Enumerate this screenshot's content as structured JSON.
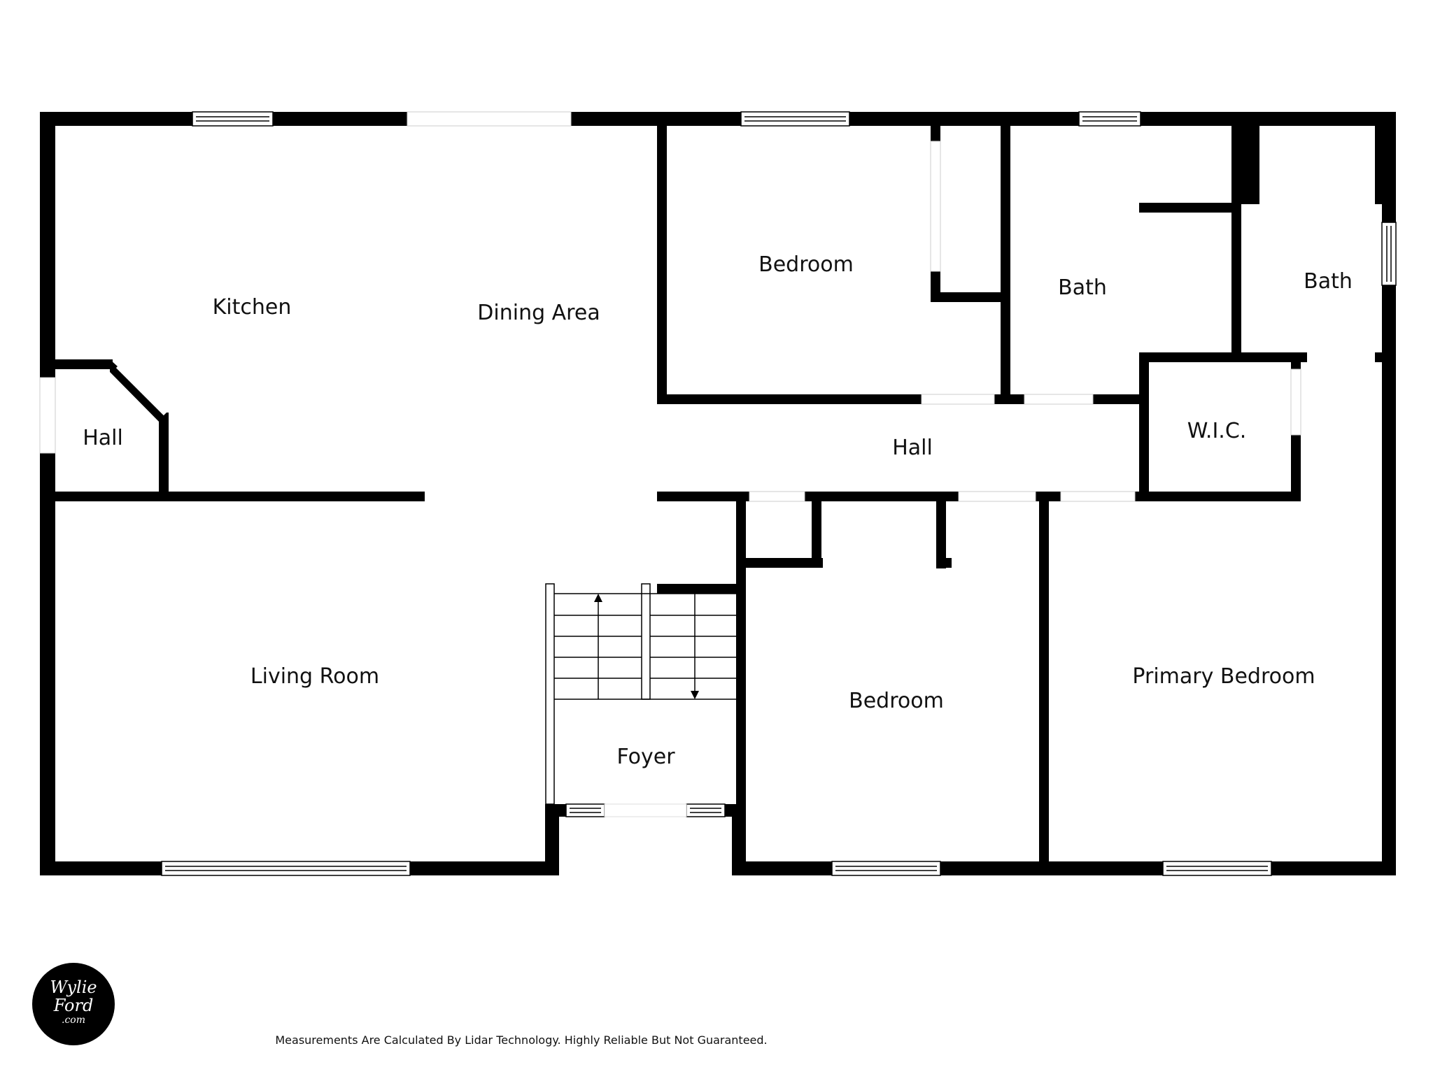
{
  "rooms": {
    "kitchen": "Kitchen",
    "dining_area": "Dining Area",
    "hall_west": "Hall",
    "living_room": "Living Room",
    "foyer": "Foyer",
    "bedroom_north": "Bedroom",
    "bath_center": "Bath",
    "bath_east": "Bath",
    "wic": "W.I.C.",
    "hall_center": "Hall",
    "bedroom_south": "Bedroom",
    "primary_bedroom": "Primary Bedroom"
  },
  "footer": {
    "disclaimer": "Measurements Are Calculated By Lidar Technology. Highly Reliable But Not Guaranteed.",
    "logo_line1": "Wylie",
    "logo_line2": "Ford",
    "logo_line3": ".com"
  },
  "colors": {
    "wall": "#000000",
    "background": "#ffffff"
  }
}
